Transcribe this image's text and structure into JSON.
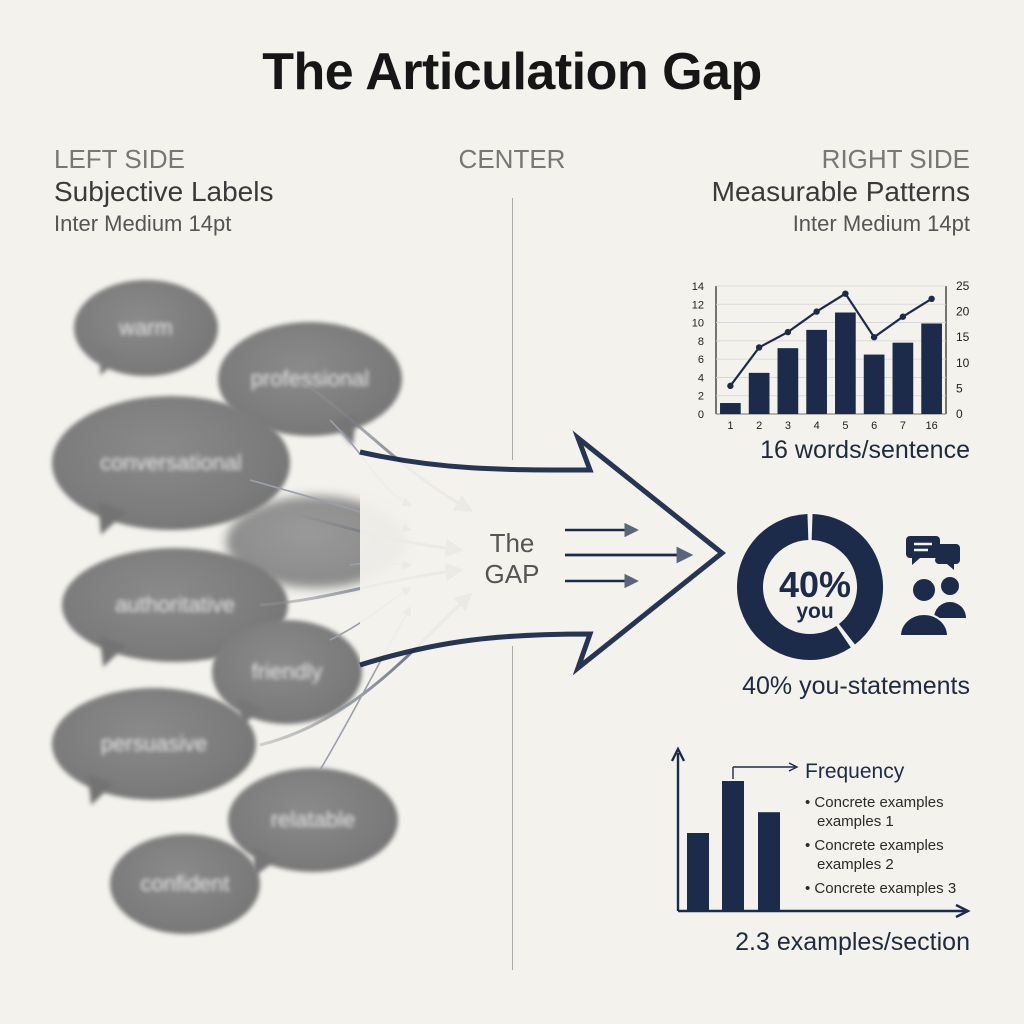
{
  "title": "The Articulation Gap",
  "left": {
    "kicker": "LEFT SIDE",
    "heading": "Subjective Labels",
    "sub": "Inter Medium 14pt"
  },
  "center": {
    "kicker": "CENTER",
    "gap_label_line1": "The",
    "gap_label_line2": "GAP"
  },
  "right": {
    "kicker": "RIGHT SIDE",
    "heading": "Measurable Patterns",
    "sub": "Inter Medium 14pt"
  },
  "labels": [
    "warm",
    "professional",
    "conversational",
    "",
    "authoritative",
    "friendly",
    "persuasive",
    "relatable",
    "confident"
  ],
  "colors": {
    "navy": "#1c2b4a",
    "bubble_gray": "#7d7d7d",
    "background": "#f3f2ed"
  },
  "icons": [
    "chat-bubbles-icon",
    "users-icon",
    "arrow-right-icon"
  ],
  "chart_data": [
    {
      "type": "bar",
      "categories": [
        "1",
        "2",
        "3",
        "4",
        "5",
        "6",
        "7",
        "16"
      ],
      "series": [
        {
          "values": [
            1.2,
            4.5,
            7.2,
            9.2,
            11.1,
            6.5,
            7.8,
            9.9
          ],
          "axis": "left"
        },
        {
          "type": "line",
          "values": [
            5.5,
            13,
            16,
            20,
            23.5,
            15,
            19,
            22.5
          ],
          "axis": "right"
        }
      ],
      "y_left": {
        "ticks": [
          0,
          2,
          4,
          6,
          8,
          10,
          12,
          14
        ],
        "lim": [
          0,
          14
        ]
      },
      "y_right": {
        "ticks": [
          0,
          5,
          10,
          15,
          20,
          25
        ],
        "lim": [
          0,
          25
        ]
      },
      "caption": "16 words/sentence"
    },
    {
      "type": "pie",
      "values": [
        40,
        60
      ],
      "center_value": "40%",
      "center_label": "you",
      "caption": "40% you-statements"
    },
    {
      "type": "bar",
      "categories": [
        "",
        "",
        ""
      ],
      "values": [
        0.6,
        1.0,
        0.76
      ],
      "annotation": "Frequency",
      "legend": [
        "Concrete examples",
        "examples 1",
        "Concrete examples",
        "examples 2",
        "Concrete examples 3"
      ],
      "caption": "2.3 examples/section"
    }
  ]
}
